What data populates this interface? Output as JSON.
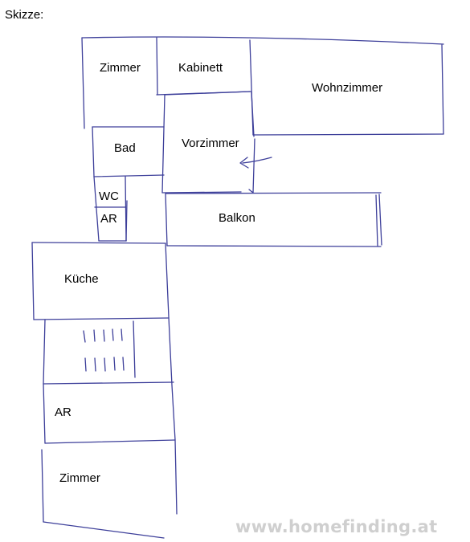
{
  "title": "Skizze:",
  "rooms": {
    "zimmer_top": "Zimmer",
    "kabinett": "Kabinett",
    "wohnzimmer": "Wohnzimmer",
    "bad": "Bad",
    "vorzimmer": "Vorzimmer",
    "wc": "WC",
    "ar_top": "AR",
    "balkon": "Balkon",
    "kueche": "Küche",
    "ar_bottom": "AR",
    "zimmer_bottom": "Zimmer"
  },
  "watermark": "www.homefinding.at",
  "colors": {
    "ink": "#3d3f9a",
    "text": "#000000",
    "watermark": "#cfcfcf"
  },
  "icons": {
    "arrow": "arrow-left-icon",
    "stairs": "stairs-icon"
  }
}
